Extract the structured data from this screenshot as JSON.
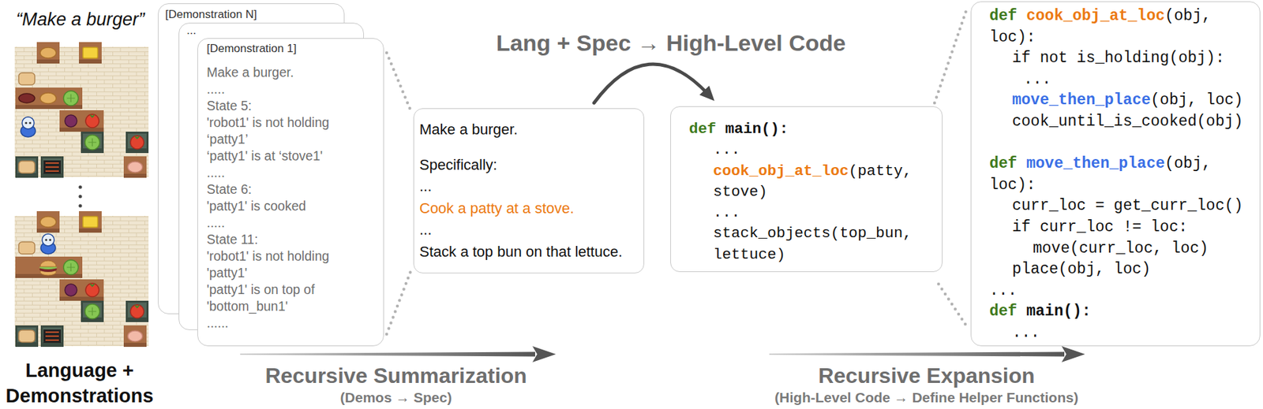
{
  "diagram": {
    "nodes": [
      {
        "text": [
          "[Demonstration N]"
        ]
      },
      {
        "text": [
          "..."
        ]
      },
      {
        "text": [
          "[Demonstration 1]",
          "Make a burger.",
          ".....",
          "State 5:",
          "'robot1' is not holding ‘patty1’",
          "‘patty1' is at ‘stove1'",
          ".....",
          "State 6:",
          "'patty1' is cooked",
          ".....",
          "State 11:",
          "'robot1' is not holding 'patty1'",
          "'patty1' is on top of 'bottom_bun1'",
          "......"
        ]
      },
      {
        "text": [
          "Make a burger.",
          "Specifically:",
          "...",
          "Cook a patty at a stove.",
          "...",
          "Stack a top bun on that lettuce."
        ]
      },
      {
        "text": [
          "def",
          "main():",
          "...",
          "cook_obj_at_loc",
          "(patty, stove)",
          "...",
          "stack_objects(top_bun, lettuce)"
        ]
      },
      {
        "text": [
          "def",
          "cook_obj_at_loc",
          "(obj, loc):",
          "if not is_holding(obj):",
          "...",
          "move_then_place",
          "(obj, loc)",
          "cook_until_is_cooked(obj)",
          "def",
          "move_then_place",
          "(obj, loc):",
          "curr_loc = get_curr_loc()",
          "if curr_loc != loc:",
          "move(curr_loc, loc)",
          "place(obj, loc)",
          "...",
          "def",
          "main():",
          "..."
        ]
      }
    ],
    "edges": [
      {
        "from": 3,
        "to": 4,
        "arrow": "to",
        "label": "Lang + Spec → High-Level Code"
      },
      {
        "from": 2,
        "to": 3,
        "arrow": "none"
      },
      {
        "from": 2,
        "to": 3,
        "arrow": "none"
      },
      {
        "from": 4,
        "to": 5,
        "arrow": "none"
      },
      {
        "from": 4,
        "to": 5,
        "arrow": "none"
      }
    ],
    "labels": [
      "“Make a burger”",
      "Language + Demonstrations",
      "Recursive Summarization",
      "(Demos → Spec)",
      "Recursive Expansion",
      "(High-Level Code → Define Helper Functions)"
    ]
  }
}
